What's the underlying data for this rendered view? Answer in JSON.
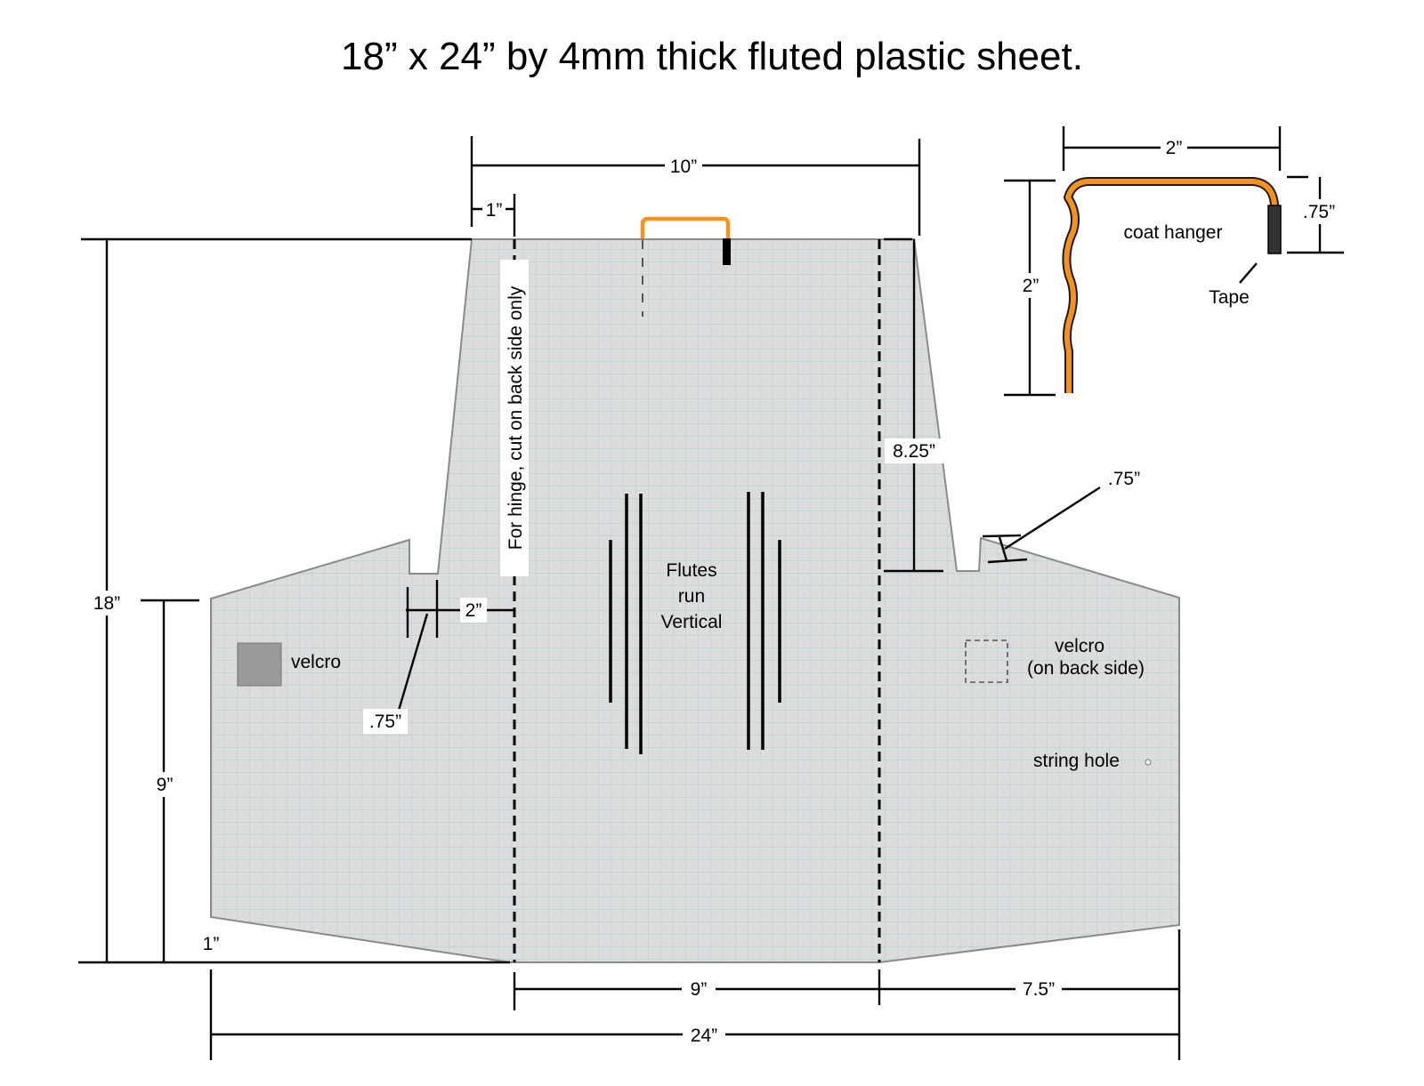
{
  "title": "18” x 24” by 4mm thick fluted plastic sheet.",
  "colors": {
    "sheet": "#dcdcdc",
    "grid": "#9cc9d8",
    "hanger": "#f5921e",
    "outline": "#8a8a8a"
  },
  "dimensions": {
    "top_width": "10”",
    "top_offset": "1”",
    "total_height": "18”",
    "side_height": "9”",
    "bottom_offset": "1”",
    "notch_width": "2”",
    "notch_depth_left": ".75”",
    "notch_depth_right": ".75”",
    "slot_depth": "8.25”",
    "center_width": "9”",
    "side_width": "7.5”",
    "total_width": "24”"
  },
  "labels": {
    "hinge": "For hinge, cut on back side only",
    "flutes": [
      "Flutes",
      "run",
      "Vertical"
    ],
    "velcro_left": "velcro",
    "velcro_right": [
      "velcro",
      "(on back side)"
    ],
    "string_hole": "string hole"
  },
  "hanger_detail": {
    "width": "2”",
    "height": "2”",
    "tape_length": ".75”",
    "name": "coat hanger",
    "tape": "Tape"
  }
}
